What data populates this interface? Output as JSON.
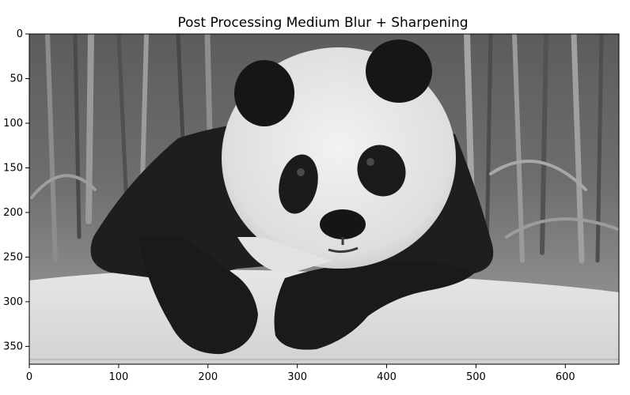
{
  "figure": {
    "title": "Post Processing Medium Blur + Sharpening",
    "image_description": "grayscale photo of a giant panda",
    "colormap": "gray"
  },
  "axes": {
    "x_ticks": [
      0,
      100,
      200,
      300,
      400,
      500,
      600
    ],
    "y_ticks": [
      0,
      50,
      100,
      150,
      200,
      250,
      300,
      350
    ],
    "x_range": [
      0,
      660
    ],
    "y_range": [
      0,
      370
    ]
  }
}
